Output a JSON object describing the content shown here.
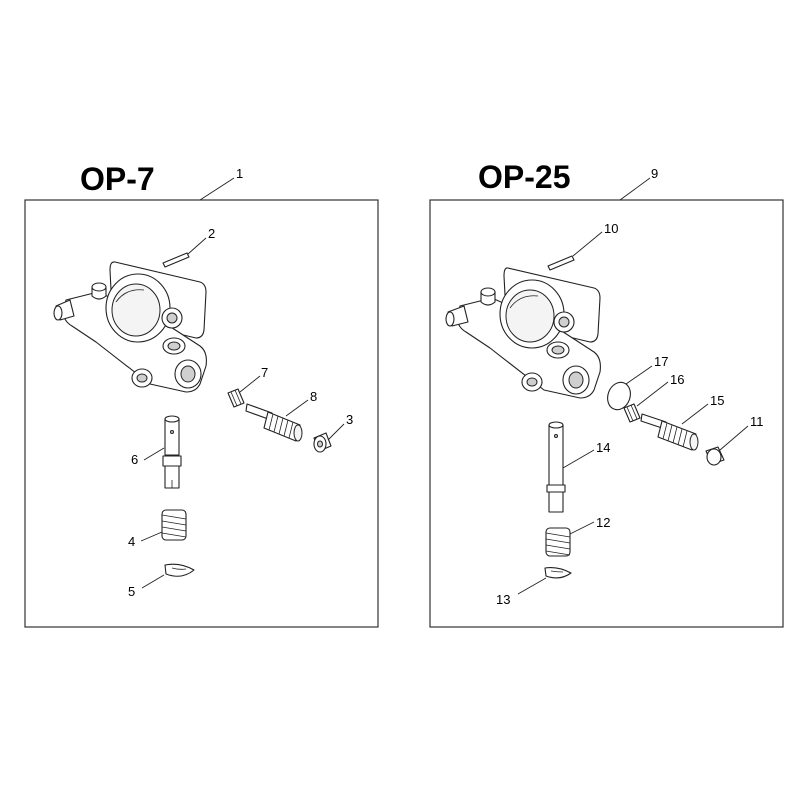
{
  "panels": [
    {
      "title": "OP-7",
      "callouts": [
        "1",
        "2",
        "3",
        "4",
        "5",
        "6",
        "7",
        "8"
      ]
    },
    {
      "title": "OP-25",
      "callouts": [
        "9",
        "10",
        "11",
        "12",
        "13",
        "14",
        "15",
        "16",
        "17"
      ]
    }
  ],
  "colors": {
    "line": "#222222",
    "fill": "#ffffff",
    "shade": "#cfcfcf"
  }
}
